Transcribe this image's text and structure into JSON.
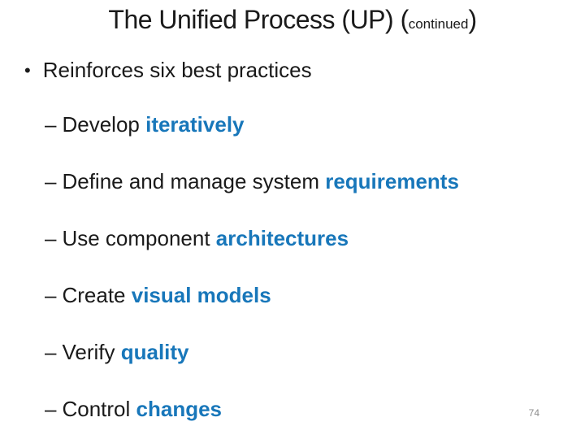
{
  "slide": {
    "title": {
      "main": "The Unified Process (UP) (",
      "continued": "continued",
      "close_paren": ")"
    },
    "bullet": {
      "marker": "•",
      "text": "Reinforces six best practices"
    },
    "sub_bullets": [
      {
        "marker": "–",
        "text": "Develop ",
        "highlight": "iteratively"
      },
      {
        "marker": "–",
        "text": "Define and manage system ",
        "highlight": "requirements"
      },
      {
        "marker": "–",
        "text": "Use component ",
        "highlight": "architectures"
      },
      {
        "marker": "–",
        "text": "Create ",
        "highlight": "visual models"
      },
      {
        "marker": "–",
        "text": "Verify ",
        "highlight": "quality"
      },
      {
        "marker": "–",
        "text": "Control ",
        "highlight": "changes"
      }
    ],
    "page_number": "74",
    "colors": {
      "text": "#1A1A1A",
      "highlight": "#1877BA",
      "page_number": "#8C8C8C",
      "background": "#FFFFFF"
    }
  }
}
